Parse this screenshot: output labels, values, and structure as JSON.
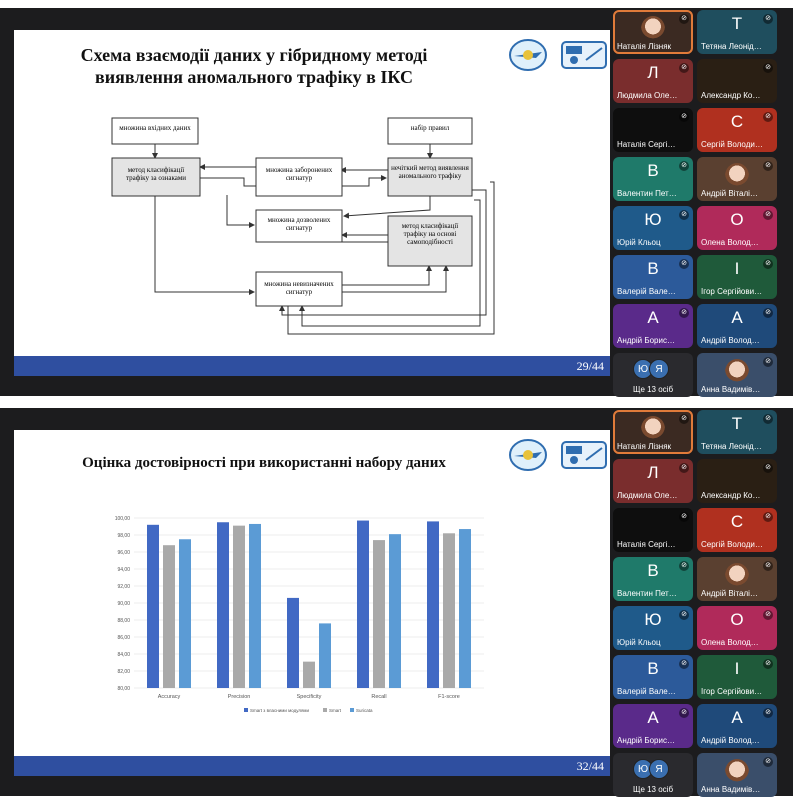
{
  "shots": [
    {
      "slide": {
        "title_line1": "Схема взаємодії даних у гібридному методі",
        "title_line2": "виявлення аномального трафіку в ІКС",
        "page": "29/44",
        "boxes": {
          "input_set": "множина вхідних даних",
          "rules_set": "набір правил",
          "feature_method": "метод класифікації трафіку за ознаками",
          "forbidden": "множина заборонених сигнатур",
          "fuzzy": "нечіткий метод виявлення аномального трафіку",
          "allowed": "множина дозволених сигнатур",
          "selfsim": "метод класифікації трафіку на основі самоподібності",
          "undefined": "множина невизначених сигнатур"
        }
      }
    },
    {
      "slide": {
        "title": "Оцінка достовірності при використанні набору даних",
        "page": "32/44"
      }
    }
  ],
  "participants": [
    {
      "letter": "",
      "name": "Наталія Лізняк",
      "color": "#3b2a22",
      "face": true,
      "active": true
    },
    {
      "letter": "Т",
      "name": "Тетяна Леонід…",
      "color": "#1f4e5e",
      "face": false
    },
    {
      "letter": "Л",
      "name": "Людмила Олек…",
      "color": "#7a2d2d",
      "face": false
    },
    {
      "letter": "",
      "name": "Александр Кор…",
      "color": "#2a1f14",
      "face": false
    },
    {
      "letter": "",
      "name": "Наталія Сергі…",
      "color": "#0e0e0e",
      "face": false
    },
    {
      "letter": "С",
      "name": "Сергій Володи…",
      "color": "#b0301f",
      "face": false
    },
    {
      "letter": "В",
      "name": "Валентин Петр…",
      "color": "#1f7a6a",
      "face": false
    },
    {
      "letter": "",
      "name": "Андрій Віталі…",
      "color": "#5a4030",
      "face": true
    },
    {
      "letter": "Ю",
      "name": "Юрій Кльоц",
      "color": "#1f5a8a",
      "face": false
    },
    {
      "letter": "О",
      "name": "Олена Володи…",
      "color": "#b02a5a",
      "face": false
    },
    {
      "letter": "В",
      "name": "Валерій Валері…",
      "color": "#2c5a9a",
      "face": false
    },
    {
      "letter": "І",
      "name": "Ігор Сергійови…",
      "color": "#1f5a3a",
      "face": false
    },
    {
      "letter": "А",
      "name": "Андрій Борисо…",
      "color": "#5a2a8a",
      "face": false
    },
    {
      "letter": "А",
      "name": "Андрій Володи…",
      "color": "#1f4a7a",
      "face": false
    },
    {
      "letter": "",
      "name": "Ще 13 осіб",
      "color": "#2a2a2e",
      "more": true,
      "bubbles": [
        "Ю",
        "Я"
      ]
    },
    {
      "letter": "",
      "name": "Анна Вадимів…",
      "color": "#3a4e6a",
      "face": true
    }
  ],
  "chart_data": {
    "type": "bar",
    "categories": [
      "Accuracy",
      "Precision",
      "Specificity",
      "Recall",
      "F1-score"
    ],
    "series": [
      {
        "name": "Smart з власними модулями",
        "color": "#4169c4",
        "values": [
          99.2,
          99.5,
          90.6,
          99.7,
          99.6
        ]
      },
      {
        "name": "Smart",
        "color": "#a9a9a9",
        "values": [
          96.8,
          99.1,
          83.1,
          97.4,
          98.2
        ]
      },
      {
        "name": "Suricata",
        "color": "#5b9bd5",
        "values": [
          97.5,
          99.3,
          87.6,
          98.1,
          98.7
        ]
      }
    ],
    "yticks": [
      "80,00",
      "82,00",
      "84,00",
      "86,00",
      "88,00",
      "90,00",
      "92,00",
      "94,00",
      "96,00",
      "98,00",
      "100,00"
    ],
    "ylim": [
      80,
      100
    ],
    "grid": true,
    "legend": "bottom"
  }
}
